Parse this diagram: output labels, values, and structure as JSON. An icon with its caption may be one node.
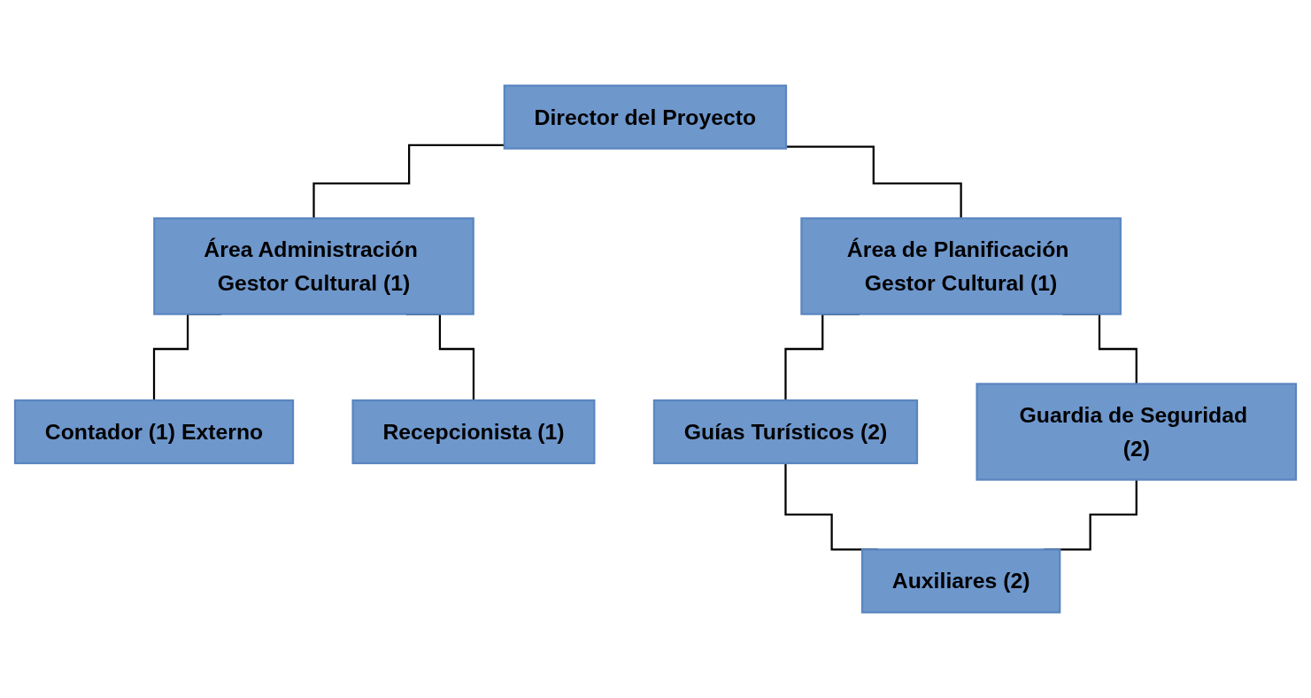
{
  "diagram": {
    "nodes": [
      {
        "text": [
          "Director del Proyecto"
        ]
      },
      {
        "text": [
          "Área Administración Gestor Cultural (1)"
        ]
      },
      {
        "text": [
          "Área de Planificación Gestor Cultural (1)"
        ]
      },
      {
        "text": [
          "Contador (1) Externo"
        ]
      },
      {
        "text": [
          "Recepcionista (1)"
        ]
      },
      {
        "text": [
          "Guías Turísticos (2)"
        ]
      },
      {
        "text": [
          "Guardia de Seguridad (2)"
        ]
      },
      {
        "text": [
          "Auxiliares (2)"
        ]
      }
    ],
    "edges": [
      {
        "from": 0,
        "to": 1,
        "arrow": "none"
      },
      {
        "from": 0,
        "to": 2,
        "arrow": "none"
      },
      {
        "from": 1,
        "to": 3,
        "arrow": "none"
      },
      {
        "from": 1,
        "to": 4,
        "arrow": "none"
      },
      {
        "from": 2,
        "to": 5,
        "arrow": "none"
      },
      {
        "from": 2,
        "to": 6,
        "arrow": "none"
      },
      {
        "from": 5,
        "to": 7,
        "arrow": "none"
      },
      {
        "from": 6,
        "to": 7,
        "arrow": "none"
      }
    ]
  }
}
